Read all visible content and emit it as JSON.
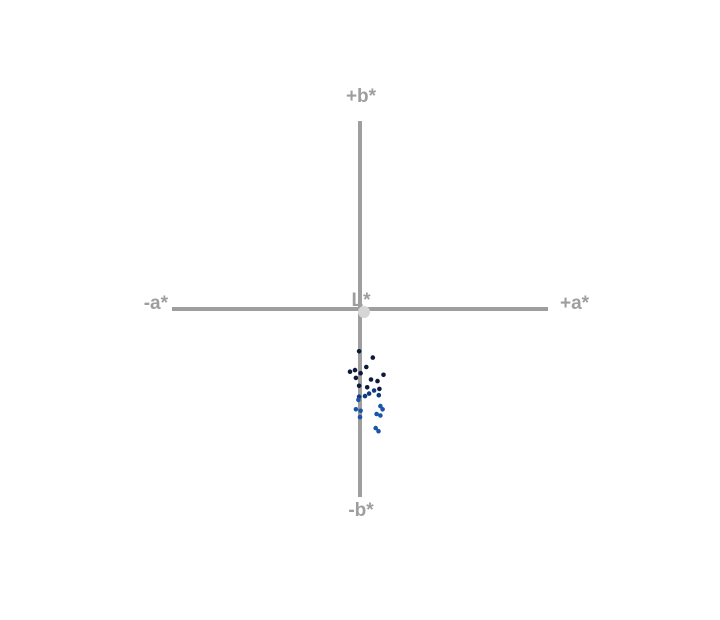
{
  "chart_data": {
    "type": "scatter",
    "axis_labels": {
      "b_plus": "+b*",
      "b_minus": "-b*",
      "a_plus": "+a*",
      "a_minus": "-a*",
      "center": "L*"
    },
    "xlabel": "a*",
    "ylabel": "b*",
    "xlim": [
      -60,
      60
    ],
    "ylim": [
      -60,
      60
    ],
    "grid": false,
    "legend": "none",
    "colors": {
      "axis": "#9e9e9e",
      "center_marker": "#d6d6d6",
      "point_dark": "#0c1a3a",
      "point_mid": "#123a7a",
      "point_light": "#1a56a8"
    },
    "series": [
      {
        "points": [
          {
            "a": -0.3,
            "b": -13.5,
            "tone": "dark"
          },
          {
            "a": 4.1,
            "b": -15.5,
            "tone": "dark"
          },
          {
            "a": 2.0,
            "b": -18.5,
            "tone": "dark"
          },
          {
            "a": -1.6,
            "b": -19.5,
            "tone": "dark"
          },
          {
            "a": -3.2,
            "b": -20.0,
            "tone": "dark"
          },
          {
            "a": 0.2,
            "b": -20.5,
            "tone": "dark"
          },
          {
            "a": 7.5,
            "b": -21.0,
            "tone": "dark"
          },
          {
            "a": -1.3,
            "b": -22.0,
            "tone": "dark"
          },
          {
            "a": 3.5,
            "b": -22.5,
            "tone": "dark"
          },
          {
            "a": 5.6,
            "b": -23.0,
            "tone": "dark"
          },
          {
            "a": -0.3,
            "b": -24.5,
            "tone": "dark"
          },
          {
            "a": 2.3,
            "b": -25.0,
            "tone": "dark"
          },
          {
            "a": 6.2,
            "b": -25.5,
            "tone": "dark"
          },
          {
            "a": 4.5,
            "b": -26.0,
            "tone": "mid"
          },
          {
            "a": 2.9,
            "b": -27.0,
            "tone": "mid"
          },
          {
            "a": 6.0,
            "b": -27.5,
            "tone": "mid"
          },
          {
            "a": -0.3,
            "b": -28.0,
            "tone": "mid"
          },
          {
            "a": 1.6,
            "b": -27.8,
            "tone": "mid"
          },
          {
            "a": -0.5,
            "b": -29.0,
            "tone": "light"
          },
          {
            "a": 6.5,
            "b": -31.0,
            "tone": "light"
          },
          {
            "a": -1.3,
            "b": -32.0,
            "tone": "light"
          },
          {
            "a": 0.2,
            "b": -32.5,
            "tone": "light"
          },
          {
            "a": 7.2,
            "b": -32.0,
            "tone": "light"
          },
          {
            "a": 5.3,
            "b": -33.5,
            "tone": "light"
          },
          {
            "a": 6.5,
            "b": -34.0,
            "tone": "light"
          },
          {
            "a": 0.0,
            "b": -34.5,
            "tone": "light"
          },
          {
            "a": 5.0,
            "b": -38.0,
            "tone": "light"
          },
          {
            "a": 5.9,
            "b": -39.0,
            "tone": "light"
          }
        ]
      }
    ]
  }
}
